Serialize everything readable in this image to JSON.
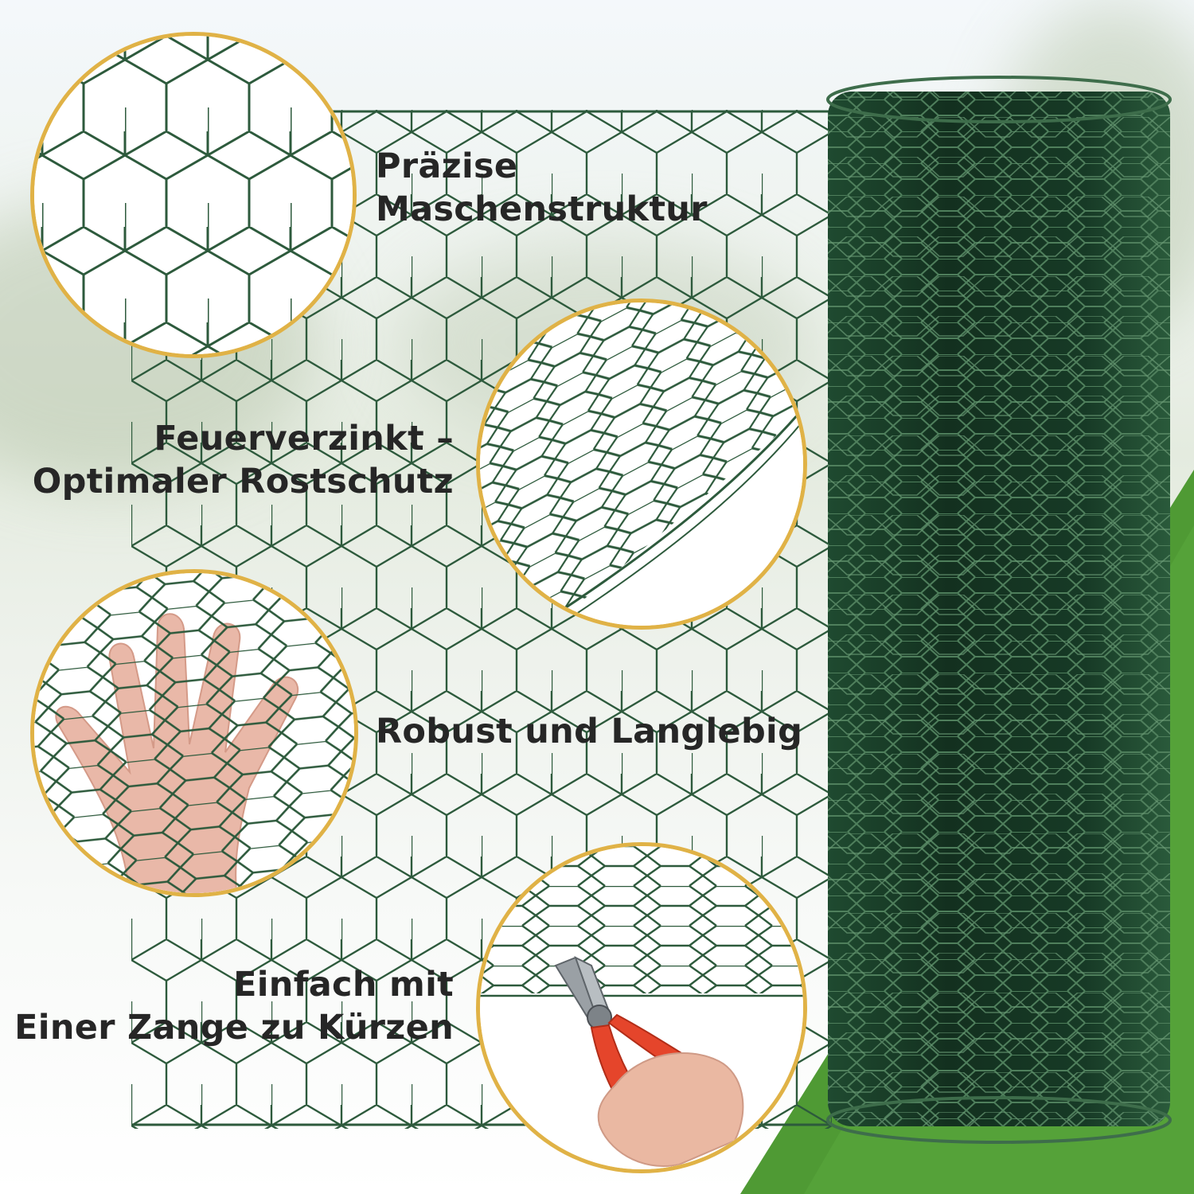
{
  "features": [
    {
      "line1": "Präzise",
      "line2": "Maschenstruktur"
    },
    {
      "line1": "Feuerverzinkt –",
      "line2": "Optimaler Rostschutz"
    },
    {
      "line1": "Robust und Langlebig"
    },
    {
      "line1": "Einfach mit",
      "line2": "Einer Zange zu Kürzen"
    }
  ],
  "colors": {
    "wire": "#2d5a3c",
    "roll_dark": "#13301f",
    "circle_border": "#e0b246",
    "wedge_green": "#4f9a34",
    "text": "#262626"
  },
  "icons": [
    "hand-icon",
    "pliers-icon"
  ]
}
